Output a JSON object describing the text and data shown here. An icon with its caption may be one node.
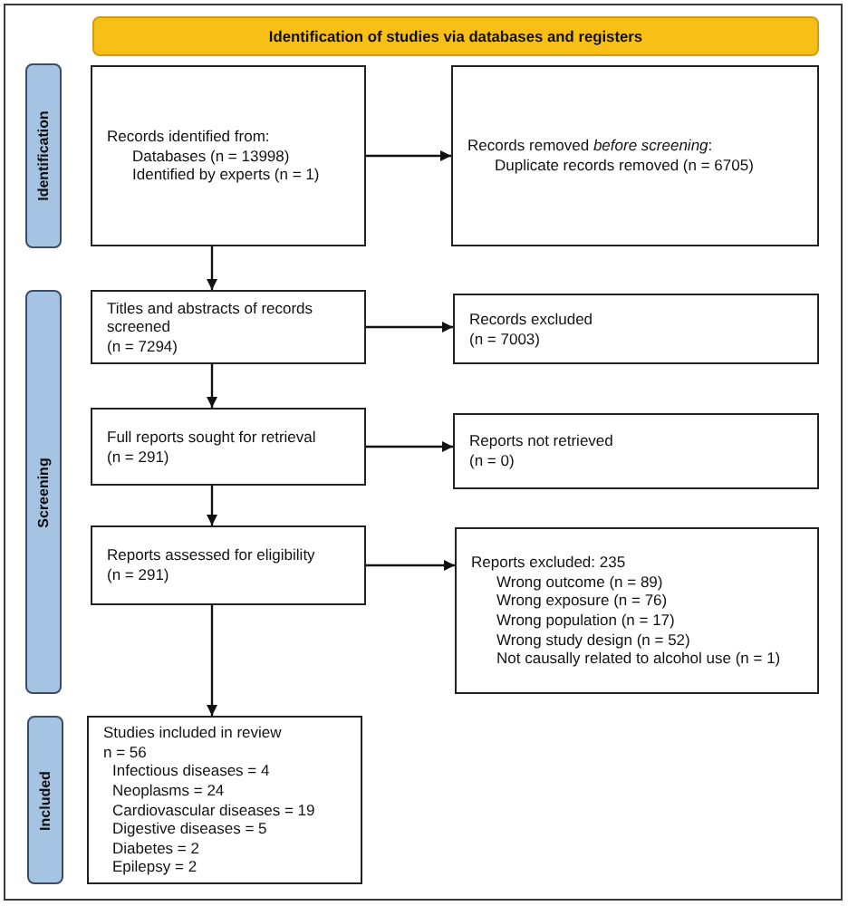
{
  "diagram": {
    "nodes": [
      {
        "text": [
          "Identification of studies via databases and registers"
        ]
      },
      {
        "text": [
          "Identification"
        ]
      },
      {
        "text": [
          "Records identified from:",
          "Databases (n = 13998)",
          "Identified by experts (n = 1)"
        ]
      },
      {
        "text": [
          "Records removed *before screening*:",
          "Duplicate records removed (n = 6705)"
        ]
      },
      {
        "text": [
          "Screening"
        ]
      },
      {
        "text": [
          "Titles and abstracts of records screened",
          "(n = 7294)"
        ]
      },
      {
        "text": [
          "Records excluded",
          "(n = 7003)"
        ]
      },
      {
        "text": [
          "Full reports sought for retrieval",
          "(n = 291)"
        ]
      },
      {
        "text": [
          "Reports not retrieved",
          "(n = 0)"
        ]
      },
      {
        "text": [
          "Reports assessed for eligibility",
          "(n = 291)"
        ]
      },
      {
        "text": [
          "Reports excluded: 235",
          "Wrong outcome (n = 89)",
          "Wrong exposure (n = 76)",
          "Wrong population (n = 17)",
          "Wrong study design (n = 52)",
          "Not causally related to alcohol use (n = 1)"
        ]
      },
      {
        "text": [
          "Included"
        ]
      },
      {
        "text": [
          "Studies included in review",
          "n = 56",
          "Infectious diseases = 4",
          "Neoplasms = 24",
          "Cardiovascular diseases = 19",
          "Digestive diseases = 5",
          "Diabetes = 2",
          "Epilepsy = 2"
        ]
      }
    ],
    "edges": [
      {
        "from": 2,
        "to": 3,
        "arrow": "to"
      },
      {
        "from": 2,
        "to": 5,
        "arrow": "to"
      },
      {
        "from": 5,
        "to": 6,
        "arrow": "to"
      },
      {
        "from": 5,
        "to": 7,
        "arrow": "to"
      },
      {
        "from": 7,
        "to": 8,
        "arrow": "to"
      },
      {
        "from": 7,
        "to": 9,
        "arrow": "to"
      },
      {
        "from": 9,
        "to": 10,
        "arrow": "to"
      },
      {
        "from": 9,
        "to": 12,
        "arrow": "to"
      }
    ]
  }
}
